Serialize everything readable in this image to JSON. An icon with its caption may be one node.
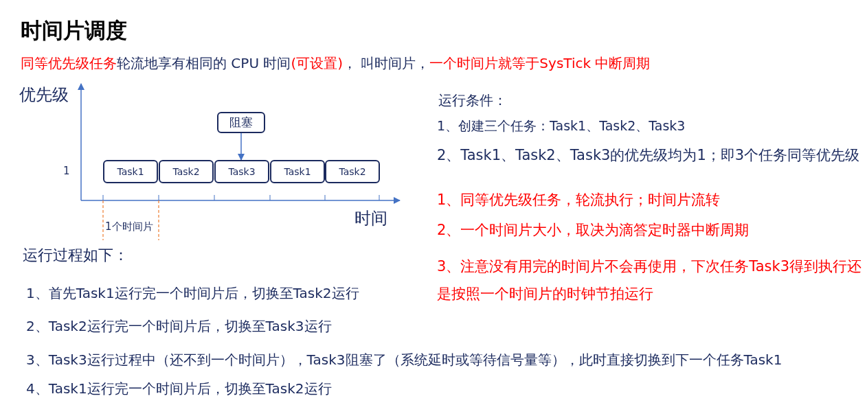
{
  "diagram": {
    "title": "时间片调度",
    "nodes": [
      {
        "text": [
          "阻塞"
        ]
      },
      {
        "text": [
          "Task1"
        ]
      },
      {
        "text": [
          "Task2"
        ]
      },
      {
        "text": [
          "Task3"
        ]
      },
      {
        "text": [
          "Task1"
        ]
      },
      {
        "text": [
          "Task2"
        ]
      }
    ],
    "edges": [
      {
        "from": 0,
        "to": 3,
        "arrow": "to"
      }
    ],
    "labels": [
      "同等优先级任务",
      "轮流地享有相同的 CPU 时间",
      "(可设置)",
      "， 叫时间片，",
      "一个时间片就等于SysTick 中断周期",
      "优先级",
      "1",
      "时间",
      "1个时间片",
      "运行条件：",
      "1、创建三个任务：Task1、Task2、Task3",
      "2、Task1、Task2、Task3的优先级均为1；即3个任务同等优先级",
      "1、同等优先级任务，轮流执行；时间片流转",
      "2、一个时间片大小，取决为滴答定时器中断周期",
      "3、注意没有用完的时间片不会再使用，下次任务Task3得到执行还是按照一个时间片的时钟节拍运行",
      "运行过程如下：",
      "1、首先Task1运行完一个时间片后，切换至Task2运行",
      "2、Task2运行完一个时间片后，切换至Task3运行",
      "3、Task3运行过程中（还不到一个时间片），Task3阻塞了（系统延时或等待信号量等），此时直接切换到下一个任务Task1",
      "4、Task1运行完一个时间片后，切换至Task2运行"
    ]
  }
}
